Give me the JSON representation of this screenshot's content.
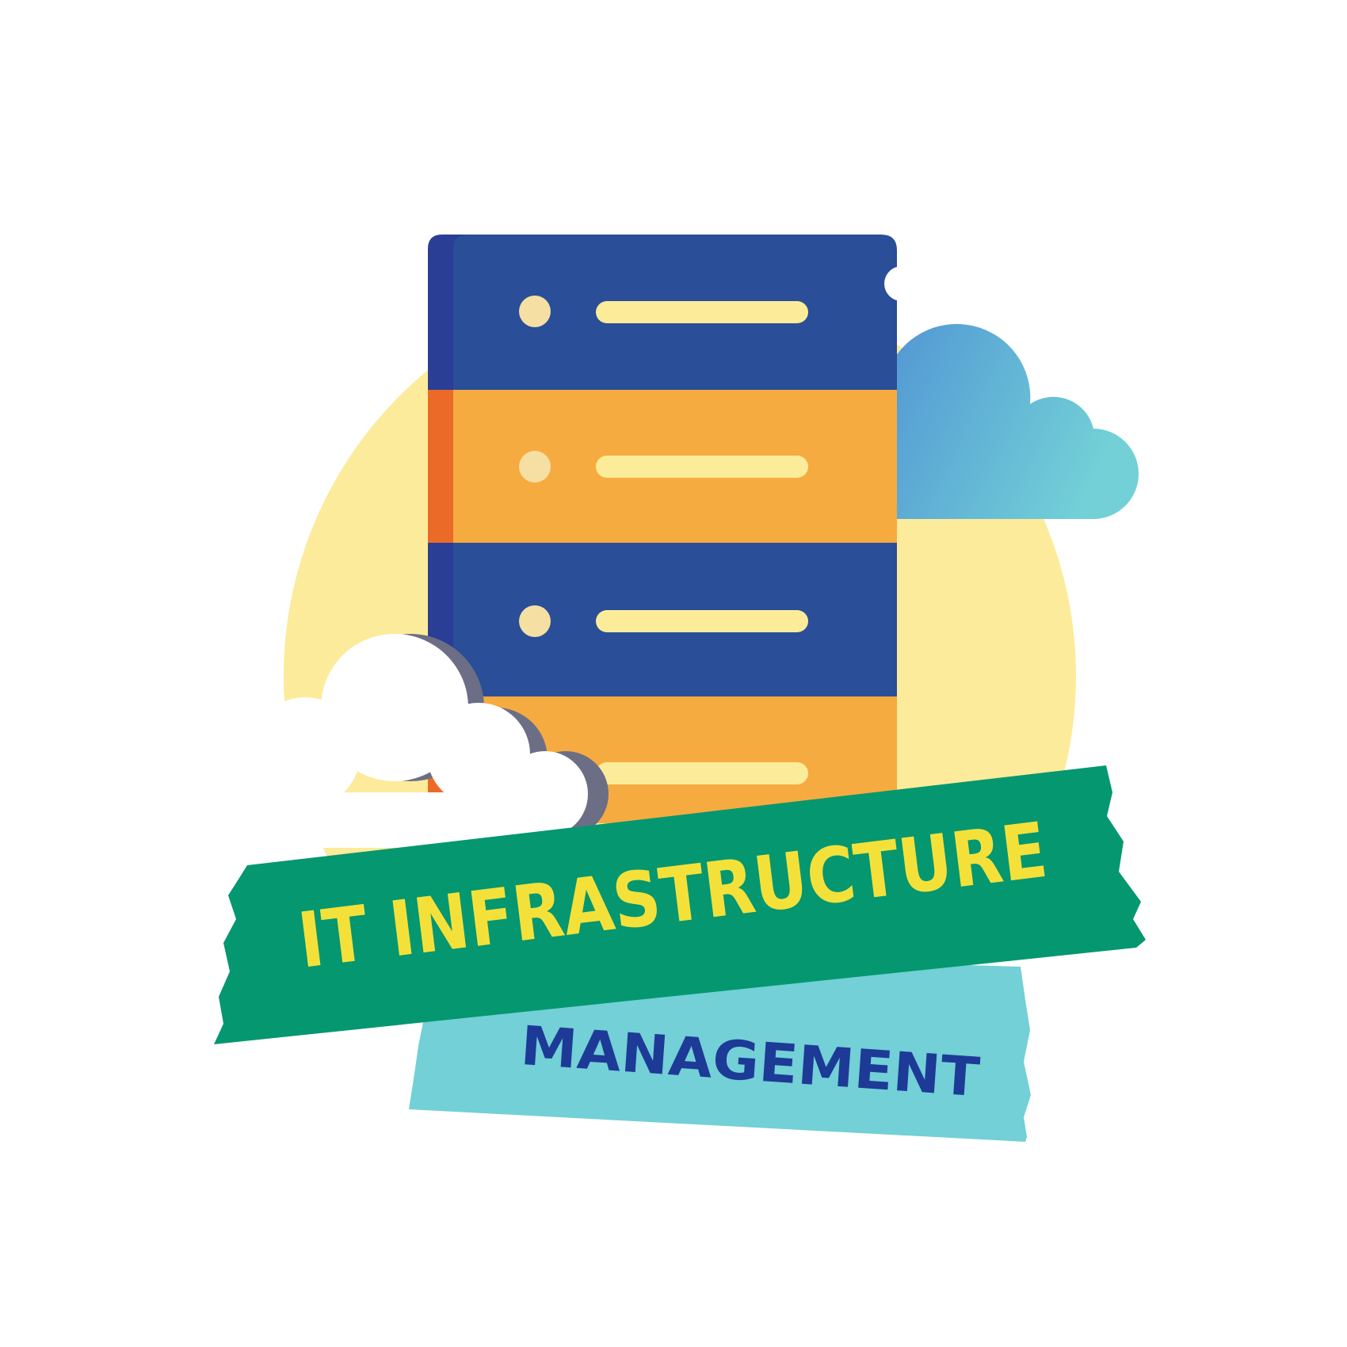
{
  "title_line_1": "IT INFRASTRUCTURE",
  "title_line_2": "MANAGEMENT",
  "colors": {
    "background": "#ffffff",
    "sun": "#FCEB9A",
    "server_blue": "#2A4E97",
    "server_blue_edge": "#2A3E96",
    "server_orange": "#F6AB40",
    "server_orange_edge": "#EC6A27",
    "indicator_dot": "#F5DFA2",
    "indicator_bar": "#FCEC9A",
    "cloud_gradient_start": "#4C8DD4",
    "cloud_gradient_end": "#72D0D6",
    "white_cloud": "#ffffff",
    "white_cloud_shadow": "#6C6E86",
    "green_tape": "#049770",
    "green_tape_text": "#F3E13A",
    "cyan_tape": "#72D0D6",
    "cyan_tape_text": "#1D3A97"
  },
  "icons": [
    "sun-circle",
    "server-rack-icon",
    "blue-cloud-icon",
    "white-cloud-icon"
  ]
}
